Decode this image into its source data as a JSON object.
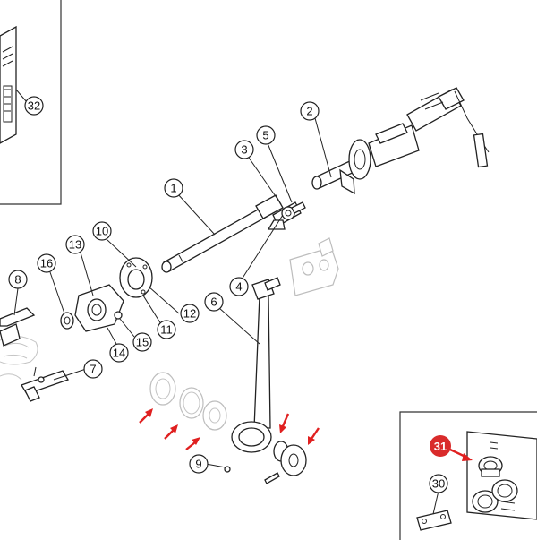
{
  "callouts": {
    "c1": "1",
    "c2": "2",
    "c3": "3",
    "c4": "4",
    "c5": "5",
    "c6": "6",
    "c7": "7",
    "c8": "8",
    "c9": "9",
    "c10": "10",
    "c11": "11",
    "c12": "12",
    "c13": "13",
    "c14": "14",
    "c15": "15",
    "c16": "16",
    "c30": "30",
    "c31": "31",
    "c32": "32"
  },
  "colors": {
    "line": "#222222",
    "ghost": "#bdbdbd",
    "highlight_arrow": "#e02020",
    "badge_31": "#d92b2b"
  }
}
